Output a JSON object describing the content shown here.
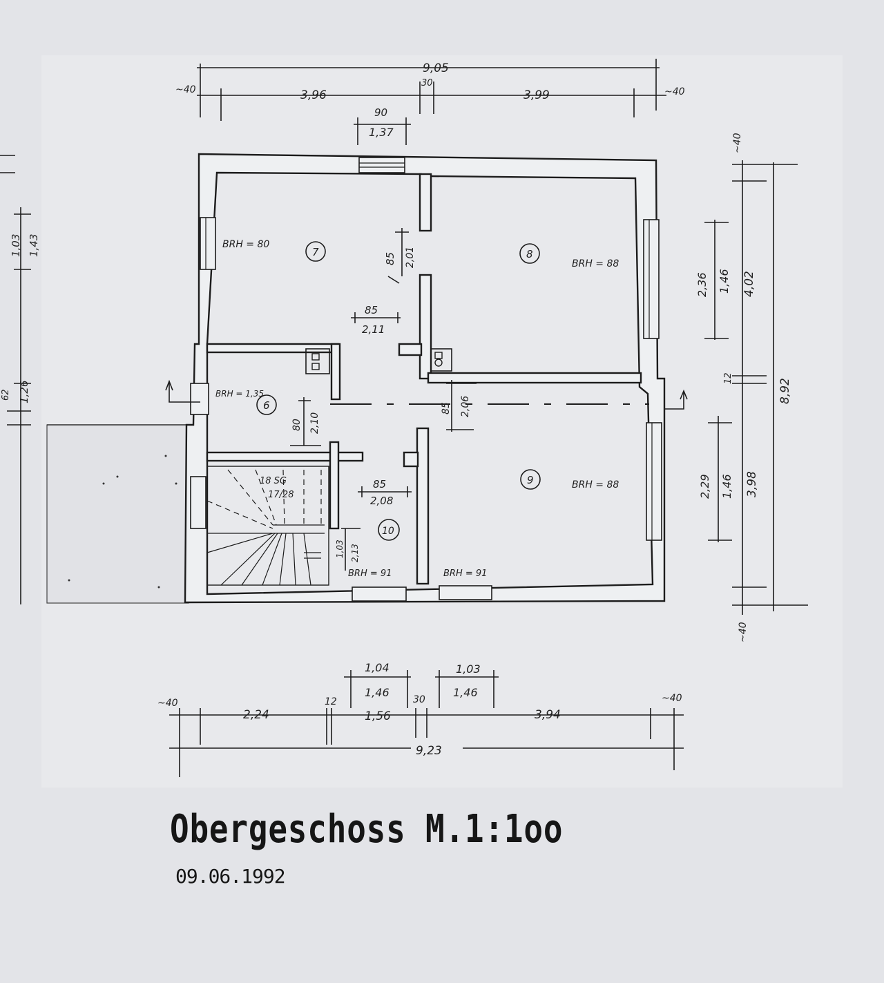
{
  "plan": {
    "dimensions_top": {
      "overall": "9,05",
      "left_edge": "~40",
      "left_room": "3,96",
      "mid_wall": "30",
      "right_room": "3,99",
      "right_edge": "~40",
      "window_sill": "90",
      "window_width": "1,37"
    },
    "dimensions_bottom": {
      "overall": "9,23",
      "left_edge": "~40",
      "seg1": "2,24",
      "wall1": "12",
      "seg2": "1,56",
      "wall2": "30",
      "seg3": "3,94",
      "right_edge": "~40",
      "win1_sill": "1,04",
      "win1_width": "1,46",
      "win2_sill": "1,03",
      "win2_width": "1,46"
    },
    "dimensions_right": {
      "overall": "8,92",
      "top_edge": "~40",
      "upper_room": "4,02",
      "upper_sill": "2,36",
      "upper_win": "1,46",
      "mid_wall": "12",
      "lower_room": "3,98",
      "lower_sill": "2,29",
      "lower_win": "1,46",
      "bottom_edge": "~40"
    },
    "dimensions_left": {
      "upper_sill": "1,03",
      "upper_win": "1,43",
      "lower_sill": "62",
      "lower_win": "1,26"
    },
    "rooms": [
      {
        "number": "7",
        "brh": "BRH = 80"
      },
      {
        "number": "8",
        "brh": "BRH = 88"
      },
      {
        "number": "6",
        "brh": "BRH = 1,35"
      },
      {
        "number": "9",
        "brh": "BRH = 88"
      },
      {
        "number": "10",
        "brh": "BRH = 91"
      }
    ],
    "doors": {
      "d7_sill": "85",
      "d7_h": "2,01",
      "d7b_sill": "85",
      "d7b_h": "2,11",
      "d6_sill": "80",
      "d6_h": "2,10",
      "d9_sill": "85",
      "d9_h": "2,06",
      "d10_sill": "85",
      "d10_h": "2,08",
      "d10b_sill": "1,03",
      "d10b_h": "2,13"
    },
    "stair": {
      "label1": "18 SG",
      "label2": "17/28"
    },
    "brh_room9_bottom": "BRH = 91"
  },
  "title": "Obergeschoss  M.1:1oo",
  "date": "09.06.1992"
}
